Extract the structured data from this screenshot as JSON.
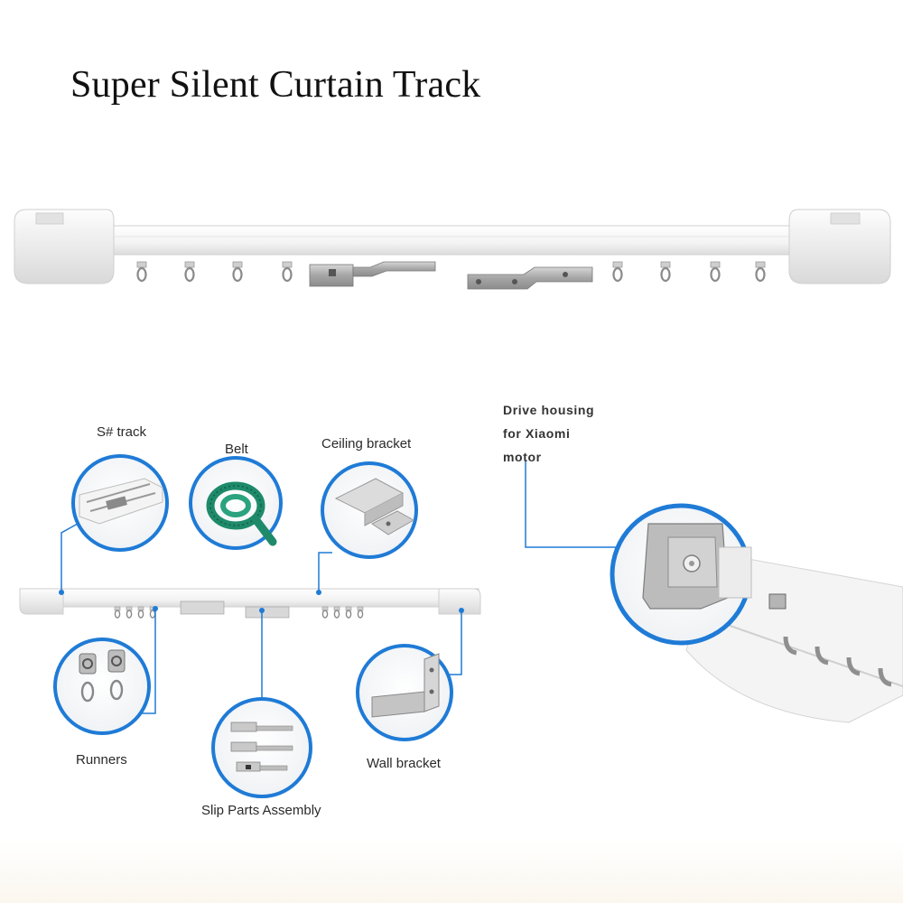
{
  "title": "Super Silent Curtain Track",
  "labels": {
    "s_track": "S# track",
    "belt": "Belt",
    "ceiling_bracket": "Ceiling bracket",
    "runners": "Runners",
    "slip_parts": "Slip Parts Assembly",
    "wall_bracket": "Wall bracket",
    "drive_line1": "Drive housing",
    "drive_line2": "for Xiaomi",
    "drive_line3": "motor"
  },
  "colors": {
    "callout_blue": "#1f7bd6",
    "belt_green": "#1f8a6a",
    "track_white": "#f7f7f7",
    "metal": "#a9a9a9"
  }
}
